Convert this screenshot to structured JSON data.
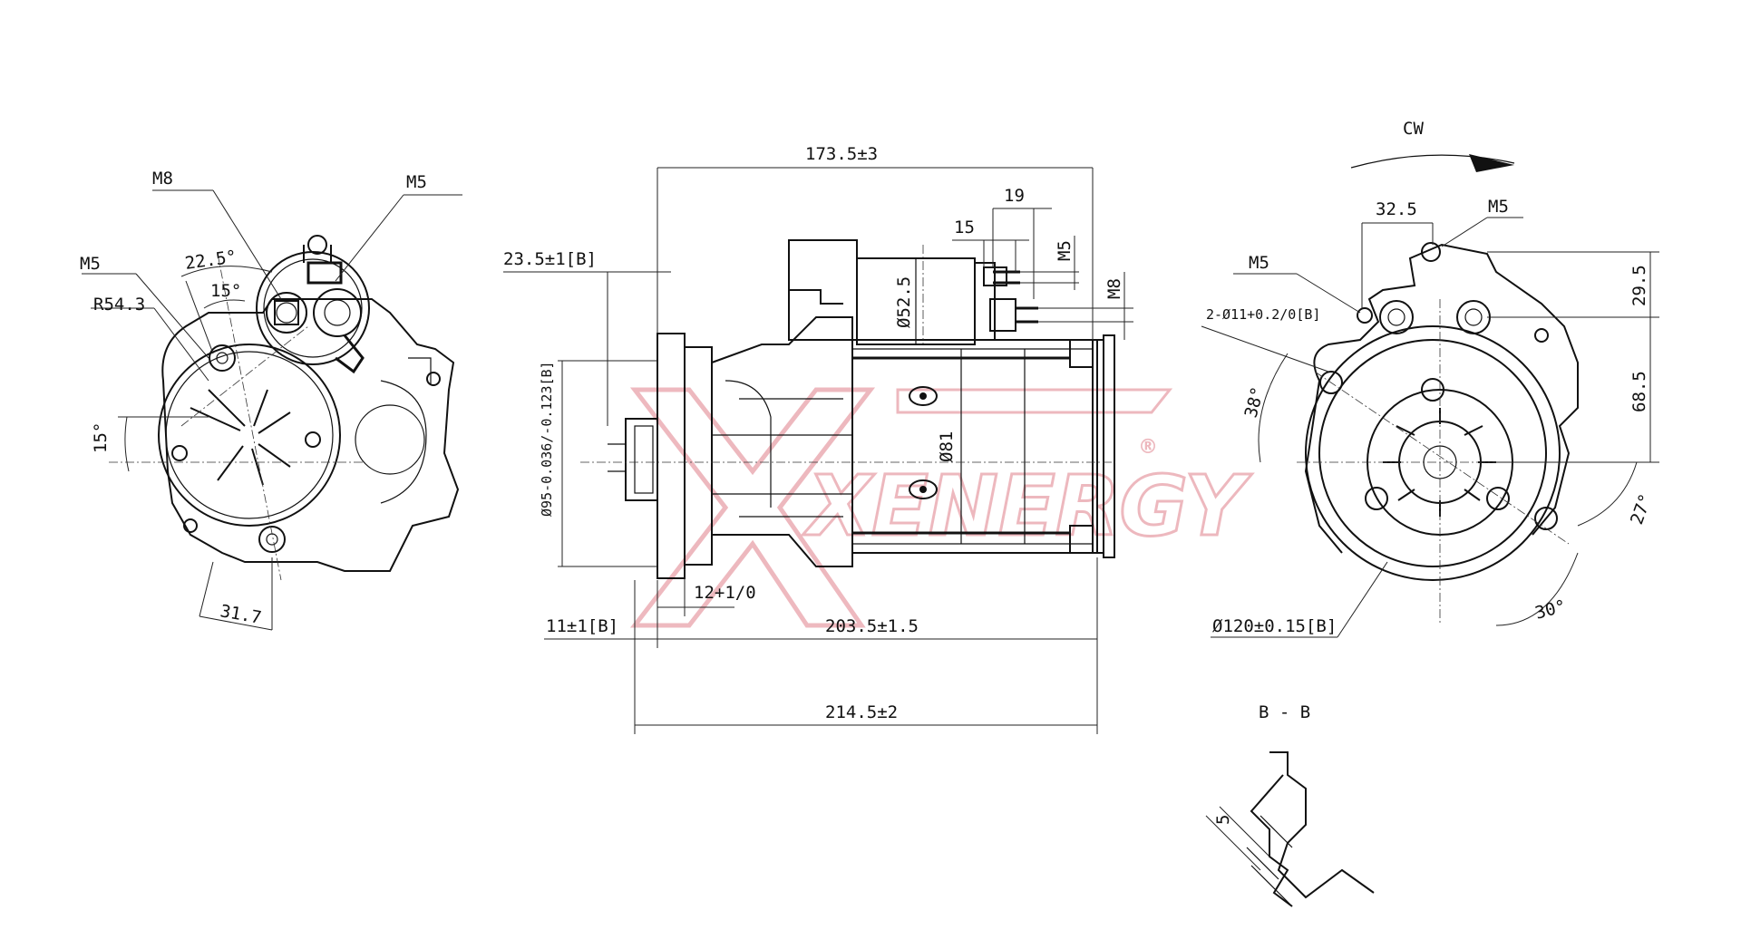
{
  "watermark": {
    "brand": "XENERGY",
    "registered": "®",
    "color": "#e07f8a"
  },
  "left_view": {
    "labels": {
      "m8": "M8",
      "m5_top": "M5",
      "m5_left": "M5",
      "r543": "R54.3",
      "a225": "22.5°",
      "a15_top": "15°",
      "a15_left": "15°",
      "d317": "31.7"
    }
  },
  "side_view": {
    "labels": {
      "d1735": "173.5±3",
      "d19": "19",
      "d15": "15",
      "m5": "M5",
      "m8": "M8",
      "d235": "23.5±1[B]",
      "d525": "Ø52.5",
      "d81": "Ø81",
      "d95": "Ø95-0.036/-0.123[B]",
      "d12": "12+1/0",
      "d11": "11±1[B]",
      "d2035": "203.5±1.5",
      "d2145": "214.5±2"
    }
  },
  "right_view": {
    "labels": {
      "cw": "CW",
      "d325": "32.5",
      "m5_top": "M5",
      "m5_left": "M5",
      "holes": "2-Ø11+0.2/0[B]",
      "d295": "29.5",
      "d685": "68.5",
      "a38": "38°",
      "a27": "27°",
      "a30": "30°",
      "d120": "Ø120±0.15[B]"
    }
  },
  "section": {
    "title": "B - B",
    "d5": "5"
  }
}
